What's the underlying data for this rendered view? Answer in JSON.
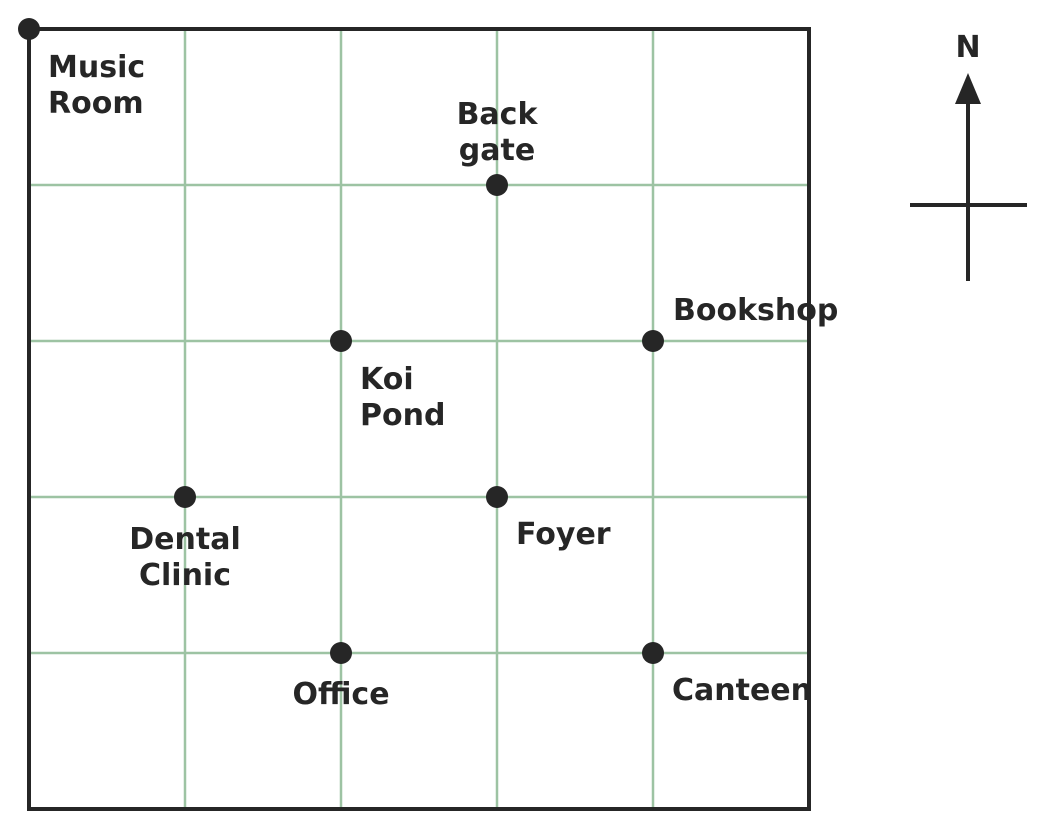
{
  "map": {
    "grid": {
      "columns": 5,
      "rows": 5
    },
    "colors": {
      "gridline": "#9dc3a3",
      "border": "#262626",
      "marker": "#262626",
      "text": "#262626",
      "background": "#ffffff"
    },
    "places": [
      {
        "id": "music-room",
        "lines": [
          "Music",
          "Room"
        ],
        "col": 0,
        "row": 0
      },
      {
        "id": "back-gate",
        "lines": [
          "Back",
          "gate"
        ],
        "col": 3,
        "row": 1
      },
      {
        "id": "bookshop",
        "lines": [
          "Bookshop"
        ],
        "col": 4,
        "row": 2
      },
      {
        "id": "koi-pond",
        "lines": [
          "Koi",
          "Pond"
        ],
        "col": 2,
        "row": 2
      },
      {
        "id": "dental-clinic",
        "lines": [
          "Dental",
          "Clinic"
        ],
        "col": 1,
        "row": 3
      },
      {
        "id": "foyer",
        "lines": [
          "Foyer"
        ],
        "col": 3,
        "row": 3
      },
      {
        "id": "office",
        "lines": [
          "Office"
        ],
        "col": 2,
        "row": 4
      },
      {
        "id": "canteen",
        "lines": [
          "Canteen"
        ],
        "col": 4,
        "row": 4
      }
    ]
  },
  "compass": {
    "north_label": "N",
    "icon": "north-arrow-icon"
  }
}
